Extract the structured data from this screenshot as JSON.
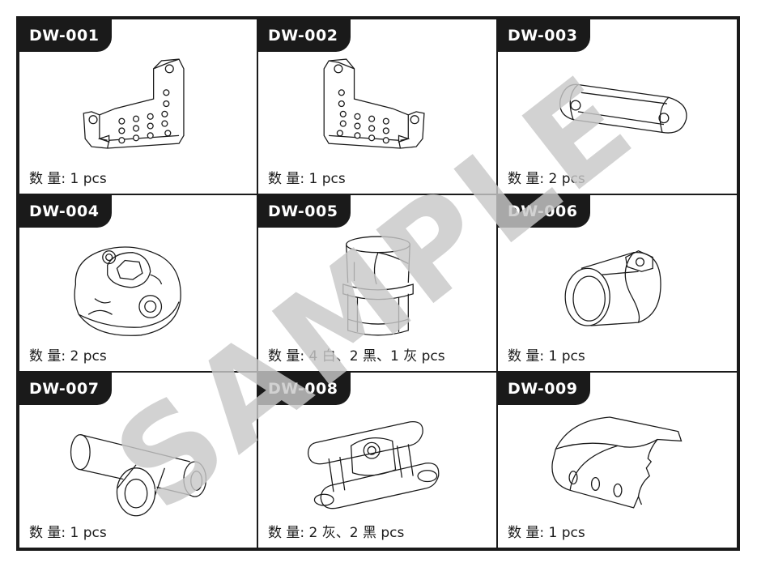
{
  "parts": [
    {
      "code": "DW-001",
      "quantity": "数 量: 1 pcs"
    },
    {
      "code": "DW-002",
      "quantity": "数 量: 1 pcs"
    },
    {
      "code": "DW-003",
      "quantity": "数 量: 2 pcs"
    },
    {
      "code": "DW-004",
      "quantity": "数 量: 2 pcs"
    },
    {
      "code": "DW-005",
      "quantity": "数 量: 4 白、2 黑、1 灰 pcs"
    },
    {
      "code": "DW-006",
      "quantity": "数 量: 1 pcs"
    },
    {
      "code": "DW-007",
      "quantity": "数 量: 1 pcs"
    },
    {
      "code": "DW-008",
      "quantity": "数 量: 2 灰、2 黑 pcs"
    },
    {
      "code": "DW-009",
      "quantity": "数 量: 1 pcs"
    }
  ],
  "watermark": "SAMPLE",
  "colors": {
    "ink": "#1a1a1a",
    "watermark": "#c8c8c8",
    "background": "#ffffff"
  }
}
